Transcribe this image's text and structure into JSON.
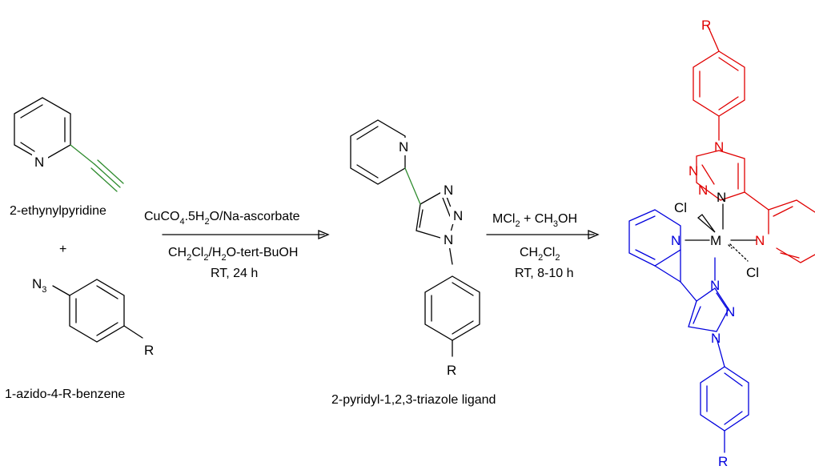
{
  "reactant1": {
    "name": "2-ethynylpyridine",
    "atom_n": "N"
  },
  "plus": "+",
  "reactant2": {
    "name": "1-azido-4-R-benzene",
    "n3": "N",
    "n3_sub": "3",
    "r": "R"
  },
  "step1": {
    "reagent_a": "CuCO",
    "reagent_a_sub": "4",
    "reagent_b": ".5H",
    "reagent_b_sub": "2",
    "reagent_c": "O/Na-ascorbate",
    "solvent_a": "CH",
    "solvent_a_sub1": "2",
    "solvent_b": "Cl",
    "solvent_b_sub": "2",
    "solvent_c": "/H",
    "solvent_c_sub": "2",
    "solvent_d": "O-tert-BuOH",
    "conditions": "RT, 24 h"
  },
  "ligand": {
    "name": "2-pyridyl-1,2,3-triazole ligand",
    "n_py": "N",
    "n_tz1": "N",
    "n_tz2": "N",
    "n_tz3": "N",
    "r": "R"
  },
  "step2": {
    "reagent_a": "MCl",
    "reagent_a_sub": "2",
    "reagent_b": " + CH",
    "reagent_b_sub": "3",
    "reagent_c": "OH",
    "solvent_a": "CH",
    "solvent_a_sub": "2",
    "solvent_b": "Cl",
    "solvent_b_sub": "2",
    "conditions": "RT, 8-10 h"
  },
  "complex": {
    "metal": "M",
    "cl1": "Cl",
    "cl2": "Cl",
    "n": "N",
    "r_top": "R",
    "r_bottom": "R"
  },
  "colors": {
    "alkyne": "#2e8b2e",
    "ligand_top": "#e00000",
    "ligand_bottom": "#0000dd",
    "default": "#000000"
  }
}
